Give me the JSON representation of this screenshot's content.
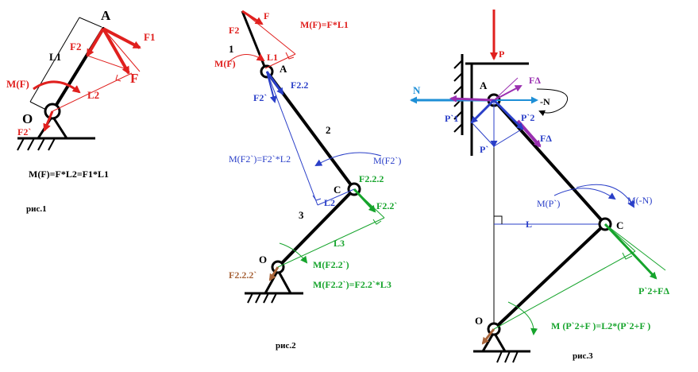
{
  "fig1": {
    "A": "A",
    "O": "O",
    "F": "F",
    "F1": "F1",
    "F2": "F2",
    "F2p": "F2`",
    "L1": "L1",
    "L2": "L2",
    "MF": "M(F)",
    "equation": "M(F)=F*L2=F1*L1",
    "caption": "рис.1"
  },
  "fig2": {
    "F": "F",
    "F2": "F2",
    "n1": "1",
    "n2": "2",
    "n3": "3",
    "L1": "L1",
    "MF": "M(F)",
    "A": "A",
    "F22": "F2.2",
    "F2p": "F2`",
    "eqMF": "M(F)=F*L1",
    "eqMF2p": "M(F2`)=F2`*L2",
    "MF2p_right": "M(F2`)",
    "C": "C",
    "L2": "L2",
    "F222": "F2.2.2",
    "F22p": "F2.2`",
    "L3": "L3",
    "O": "O",
    "F222p": "F2.2.2`",
    "MF22p": "M(F2.2`)",
    "eqMF22p": "M(F2.2`)=F2.2`*L3",
    "caption": "рис.2"
  },
  "fig3": {
    "P": "P",
    "N": "N",
    "minusN": "-N",
    "A": "A",
    "Fdelta": "FΔ",
    "P1": "P`1",
    "P2": "P`2",
    "Pp": "P`",
    "Fdelta2": "FΔ",
    "MPp": "M(P`)",
    "MminusN": "M(-N)",
    "L": "L",
    "C": "C",
    "P2F": "P`2+FΔ",
    "O": "O",
    "eqM": "M (P`2+F  )=L2*(P`2+F  )",
    "caption": "рис.3"
  },
  "colors": {
    "red": "#e0201e",
    "blue": "#2a3fc8",
    "green": "#16a42c",
    "cyan": "#1e8fd6",
    "purple": "#9a2fb0",
    "brown": "#a8643a"
  }
}
